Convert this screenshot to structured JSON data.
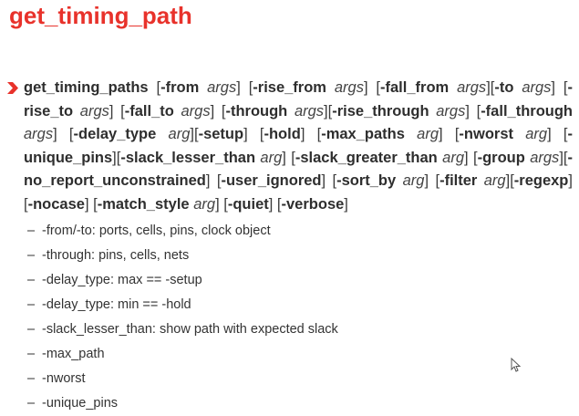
{
  "title": "get_timing_path",
  "bullet": {
    "icon": "arrow-bullet-icon",
    "color": "#e8322b",
    "syntax_tokens": [
      {
        "t": "get_timing_paths",
        "s": "b"
      },
      {
        "t": " [",
        "s": ""
      },
      {
        "t": "-from",
        "s": "b"
      },
      {
        "t": " ",
        "s": ""
      },
      {
        "t": "args",
        "s": "i"
      },
      {
        "t": "] [",
        "s": ""
      },
      {
        "t": "-rise_from",
        "s": "b"
      },
      {
        "t": " ",
        "s": ""
      },
      {
        "t": "args",
        "s": "i"
      },
      {
        "t": "] [",
        "s": ""
      },
      {
        "t": "-fall_from",
        "s": "b"
      },
      {
        "t": " ",
        "s": ""
      },
      {
        "t": "args",
        "s": "i"
      },
      {
        "t": "][",
        "s": ""
      },
      {
        "t": "-to",
        "s": "b"
      },
      {
        "t": " ",
        "s": ""
      },
      {
        "t": "args",
        "s": "i"
      },
      {
        "t": "] [",
        "s": ""
      },
      {
        "t": "-rise_to",
        "s": "b"
      },
      {
        "t": " ",
        "s": ""
      },
      {
        "t": "args",
        "s": "i"
      },
      {
        "t": "] [",
        "s": ""
      },
      {
        "t": "-fall_to",
        "s": "b"
      },
      {
        "t": " ",
        "s": ""
      },
      {
        "t": "args",
        "s": "i"
      },
      {
        "t": "] [",
        "s": ""
      },
      {
        "t": "-through",
        "s": "b"
      },
      {
        "t": " ",
        "s": ""
      },
      {
        "t": "args",
        "s": "i"
      },
      {
        "t": "][",
        "s": ""
      },
      {
        "t": "-rise_through",
        "s": "b"
      },
      {
        "t": " ",
        "s": ""
      },
      {
        "t": "args",
        "s": "i"
      },
      {
        "t": "] [",
        "s": ""
      },
      {
        "t": "-fall_through",
        "s": "b"
      },
      {
        "t": " ",
        "s": ""
      },
      {
        "t": "args",
        "s": "i"
      },
      {
        "t": "] [",
        "s": ""
      },
      {
        "t": "-delay_type",
        "s": "b"
      },
      {
        "t": " ",
        "s": ""
      },
      {
        "t": "arg",
        "s": "i"
      },
      {
        "t": "][",
        "s": ""
      },
      {
        "t": "-setup",
        "s": "b"
      },
      {
        "t": "] [",
        "s": ""
      },
      {
        "t": "-hold",
        "s": "b"
      },
      {
        "t": "] [",
        "s": ""
      },
      {
        "t": "-max_paths",
        "s": "b"
      },
      {
        "t": " ",
        "s": ""
      },
      {
        "t": "arg",
        "s": "i"
      },
      {
        "t": "] [",
        "s": ""
      },
      {
        "t": "-nworst",
        "s": "b"
      },
      {
        "t": " ",
        "s": ""
      },
      {
        "t": "arg",
        "s": "i"
      },
      {
        "t": "] [",
        "s": ""
      },
      {
        "t": "-unique_pins",
        "s": "b"
      },
      {
        "t": "][",
        "s": ""
      },
      {
        "t": "-slack_lesser_than",
        "s": "b"
      },
      {
        "t": " ",
        "s": ""
      },
      {
        "t": "arg",
        "s": "i"
      },
      {
        "t": "] [",
        "s": ""
      },
      {
        "t": "-slack_greater_than",
        "s": "b"
      },
      {
        "t": " ",
        "s": ""
      },
      {
        "t": "arg",
        "s": "i"
      },
      {
        "t": "] [",
        "s": ""
      },
      {
        "t": "-group",
        "s": "b"
      },
      {
        "t": " ",
        "s": ""
      },
      {
        "t": "args",
        "s": "i"
      },
      {
        "t": "][",
        "s": ""
      },
      {
        "t": "-no_report_unconstrained",
        "s": "b"
      },
      {
        "t": "] [",
        "s": ""
      },
      {
        "t": "-user_ignored",
        "s": "b"
      },
      {
        "t": "] [",
        "s": ""
      },
      {
        "t": "-sort_by",
        "s": "b"
      },
      {
        "t": " ",
        "s": ""
      },
      {
        "t": "arg",
        "s": "i"
      },
      {
        "t": "] [",
        "s": ""
      },
      {
        "t": "-filter",
        "s": "b"
      },
      {
        "t": " ",
        "s": ""
      },
      {
        "t": "arg",
        "s": "i"
      },
      {
        "t": "][",
        "s": ""
      },
      {
        "t": "-regexp",
        "s": "b"
      },
      {
        "t": "] [",
        "s": ""
      },
      {
        "t": "-nocase",
        "s": "b"
      },
      {
        "t": "] [",
        "s": ""
      },
      {
        "t": "-match_style",
        "s": "b"
      },
      {
        "t": " ",
        "s": ""
      },
      {
        "t": "arg",
        "s": "i"
      },
      {
        "t": "] [",
        "s": ""
      },
      {
        "t": "-quiet",
        "s": "b"
      },
      {
        "t": "] [",
        "s": ""
      },
      {
        "t": "-verbose",
        "s": "b"
      },
      {
        "t": "]",
        "s": ""
      }
    ]
  },
  "sub_items": [
    {
      "dash": "–",
      "text": "-from/-to:  ports, cells, pins, clock object"
    },
    {
      "dash": "–",
      "text": "-through: pins, cells, nets"
    },
    {
      "dash": "–",
      "text": "-delay_type: max == -setup"
    },
    {
      "dash": "–",
      "text": "-delay_type: min == -hold"
    },
    {
      "dash": "–",
      "text": "-slack_lesser_than: show path with expected slack"
    },
    {
      "dash": "–",
      "text": "-max_path"
    },
    {
      "dash": "–",
      "text": "-nworst"
    },
    {
      "dash": "–",
      "text": "-unique_pins"
    }
  ],
  "cursor": {
    "icon": "mouse-pointer-icon"
  }
}
